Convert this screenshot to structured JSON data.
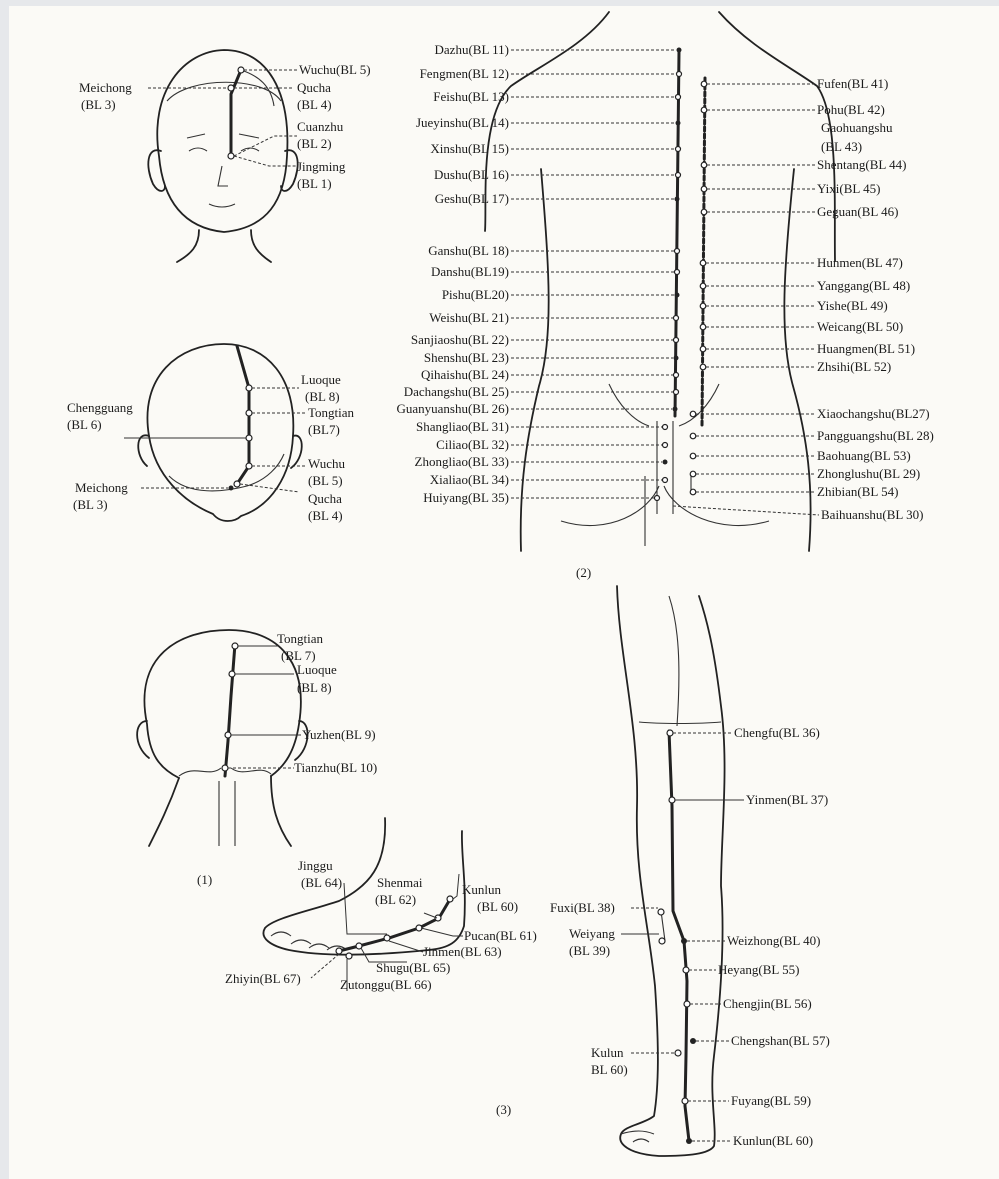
{
  "panels": {
    "head_front": {
      "labels": [
        {
          "name": "wuchu",
          "text": "Wuchu(BL 5)"
        },
        {
          "name": "meichong-a",
          "text": "Meichong"
        },
        {
          "name": "meichong-b",
          "text": "(BL 3)"
        },
        {
          "name": "qucha-a",
          "text": "Qucha"
        },
        {
          "name": "qucha-b",
          "text": "(BL 4)"
        },
        {
          "name": "cuanzhu-a",
          "text": "Cuanzhu"
        },
        {
          "name": "cuanzhu-b",
          "text": "(BL 2)"
        },
        {
          "name": "jingming-a",
          "text": "Jingming"
        },
        {
          "name": "jingming-b",
          "text": "(BL 1)"
        }
      ]
    },
    "head_side": {
      "labels": [
        {
          "name": "luoque-a",
          "text": "Luoque"
        },
        {
          "name": "luoque-b",
          "text": "(BL 8)"
        },
        {
          "name": "tongtian-a",
          "text": "Tongtian"
        },
        {
          "name": "tongtian-b",
          "text": "(BL7)"
        },
        {
          "name": "chengguang-a",
          "text": "Chengguang"
        },
        {
          "name": "chengguang-b",
          "text": "(BL 6)"
        },
        {
          "name": "wuchu-a",
          "text": "Wuchu"
        },
        {
          "name": "wuchu-b",
          "text": "(BL 5)"
        },
        {
          "name": "meichong-a",
          "text": "Meichong"
        },
        {
          "name": "meichong-b",
          "text": "(BL 3)"
        },
        {
          "name": "qucha-a",
          "text": "Qucha"
        },
        {
          "name": "qucha-b",
          "text": "(BL 4)"
        }
      ]
    },
    "head_back": {
      "labels": [
        {
          "name": "tongtian-a",
          "text": "Tongtian"
        },
        {
          "name": "tongtian-b",
          "text": "(BL 7)"
        },
        {
          "name": "luoque-a",
          "text": "Luoque"
        },
        {
          "name": "luoque-b",
          "text": "(BL 8)"
        },
        {
          "name": "yuzhen",
          "text": "Yuzhen(BL 9)"
        },
        {
          "name": "tianzhu",
          "text": "Tianzhu(BL 10)"
        }
      ],
      "caption": "(1)"
    },
    "back": {
      "left_labels": [
        "Dazhu(BL 11)",
        "Fengmen(BL 12)",
        "Feishu(BL 13)",
        "Jueyinshu(BL 14)",
        "Xinshu(BL 15)",
        "Dushu(BL 16)",
        "Geshu(BL 17)",
        "Ganshu(BL 18)",
        "Danshu(BL19)",
        "Pishu(BL20)",
        "Weishu(BL 21)",
        "Sanjiaoshu(BL 22)",
        "Shenshu(BL 23)",
        "Qihaishu(BL 24)",
        "Dachangshu(BL 25)",
        "Guanyuanshu(BL 26)",
        "Shangliao(BL 31)",
        "Ciliao(BL 32)",
        "Zhongliao(BL 33)",
        "Xialiao(BL 34)",
        "Huiyang(BL 35)"
      ],
      "right_labels": [
        "Fufen(BL 41)",
        "Pohu(BL 42)",
        "Gaohuangshu",
        "(BL 43)",
        "Shentang(BL 44)",
        "Yixi(BL 45)",
        "Geguan(BL 46)",
        "Hunmen(BL 47)",
        "Yanggang(BL 48)",
        "Yishe(BL 49)",
        "Weicang(BL 50)",
        "Huangmen(BL 51)",
        "Zhsihi(BL 52)",
        "Xiaochangshu(BL27)",
        "Pangguangshu(BL 28)",
        "Baohuang(BL 53)",
        "Zhonglushu(BL 29)",
        "Zhibian(BL 54)",
        "Baihuanshu(BL 30)"
      ],
      "caption": "(2)"
    },
    "foot": {
      "labels": [
        {
          "name": "jinggu-a",
          "text": "Jinggu"
        },
        {
          "name": "jinggu-b",
          "text": "(BL 64)"
        },
        {
          "name": "shenmai-a",
          "text": "Shenmai"
        },
        {
          "name": "shenmai-b",
          "text": "(BL 62)"
        },
        {
          "name": "kunlun-a",
          "text": "Kunlun"
        },
        {
          "name": "kunlun-b",
          "text": "(BL 60)"
        },
        {
          "name": "pucan",
          "text": "Pucan(BL 61)"
        },
        {
          "name": "jinmen",
          "text": "Jinmen(BL 63)"
        },
        {
          "name": "shugu",
          "text": "Shugu(BL 65)"
        },
        {
          "name": "zhiyin",
          "text": "Zhiyin(BL 67)"
        },
        {
          "name": "zutonggu",
          "text": "Zutonggu(BL 66)"
        }
      ],
      "caption": "(3)"
    },
    "leg": {
      "labels": [
        {
          "name": "chengfu",
          "text": "Chengfu(BL 36)"
        },
        {
          "name": "yinmen",
          "text": "Yinmen(BL 37)"
        },
        {
          "name": "fuxi",
          "text": "Fuxi(BL 38)"
        },
        {
          "name": "weiyang-a",
          "text": "Weiyang"
        },
        {
          "name": "weiyang-b",
          "text": "(BL 39)"
        },
        {
          "name": "weizhong",
          "text": "Weizhong(BL 40)"
        },
        {
          "name": "heyang",
          "text": "Heyang(BL 55)"
        },
        {
          "name": "chengjin",
          "text": "Chengjin(BL 56)"
        },
        {
          "name": "chengshan",
          "text": "Chengshan(BL 57)"
        },
        {
          "name": "kulun-a",
          "text": "Kulun"
        },
        {
          "name": "kulun-b",
          "text": "BL 60)"
        },
        {
          "name": "fuyang",
          "text": "Fuyang(BL 59)"
        },
        {
          "name": "kunlun",
          "text": "Kunlun(BL 60)"
        }
      ]
    }
  }
}
